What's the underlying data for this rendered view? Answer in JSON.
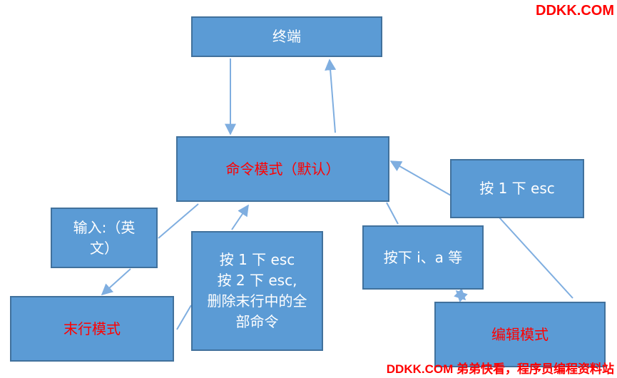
{
  "nodes": {
    "terminal": "终端",
    "command_mode": "命令模式（默认）",
    "input_label": "输入:（英\n文）",
    "esc_keys": "按 1 下 esc\n按 2 下 esc,\n删除末行中的全\n部命令",
    "last_line_mode": "末行模式",
    "press_ia": "按下 i、a 等",
    "esc_once": "按 1 下 esc",
    "edit_mode": "编辑模式"
  },
  "colors": {
    "box_fill": "#5b9bd5",
    "box_border": "#41719c",
    "arrow": "#7faee0",
    "highlight_text": "#ff0000",
    "normal_text": "#ffffff"
  },
  "watermark": {
    "top": "DDKK.COM",
    "bottom": "DDKK.COM 弟弟快看，程序员编程资料站"
  }
}
